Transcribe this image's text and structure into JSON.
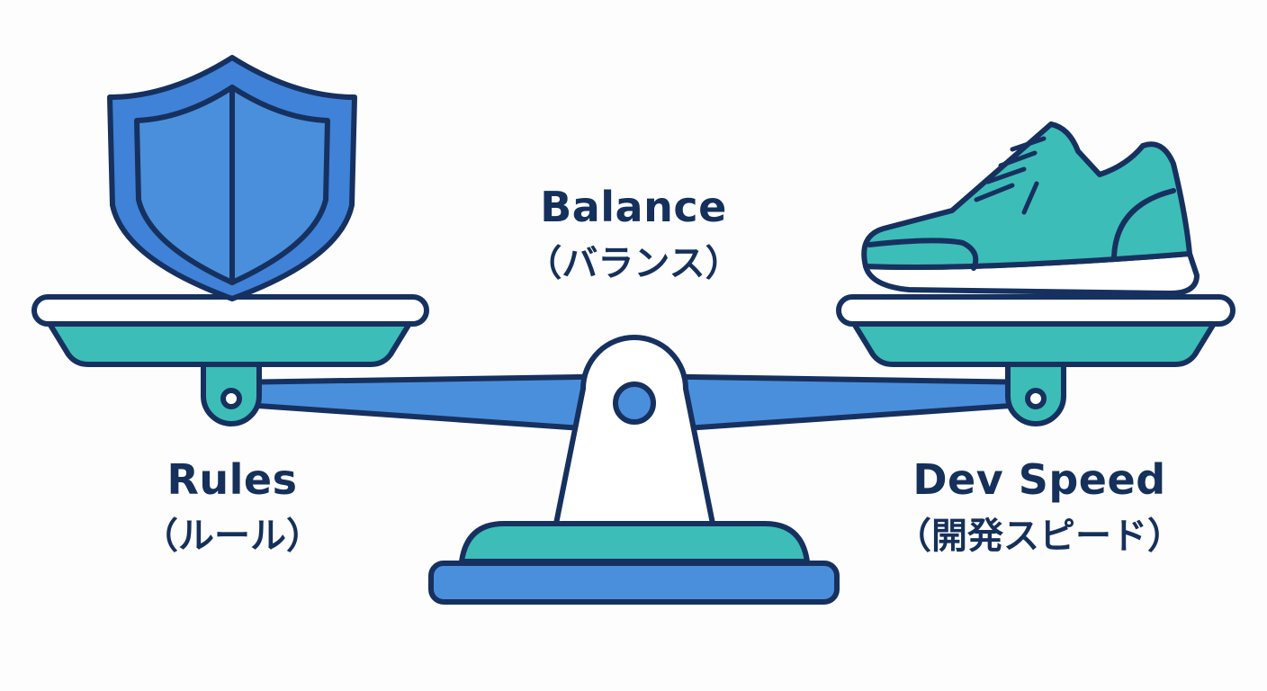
{
  "labels": {
    "balance": {
      "en": "Balance",
      "ja": "（バランス）"
    },
    "rules": {
      "en": "Rules",
      "ja": "（ルール）"
    },
    "speed": {
      "en": "Dev Speed",
      "ja": "（開発スピード）"
    }
  },
  "icons": {
    "left_pan_item": "shield-icon",
    "right_pan_item": "sneaker-icon"
  },
  "colors": {
    "outline": "#16315f",
    "blue": "#4a8fdc",
    "teal": "#3dbdb8",
    "white": "#ffffff",
    "text": "#15305a"
  }
}
